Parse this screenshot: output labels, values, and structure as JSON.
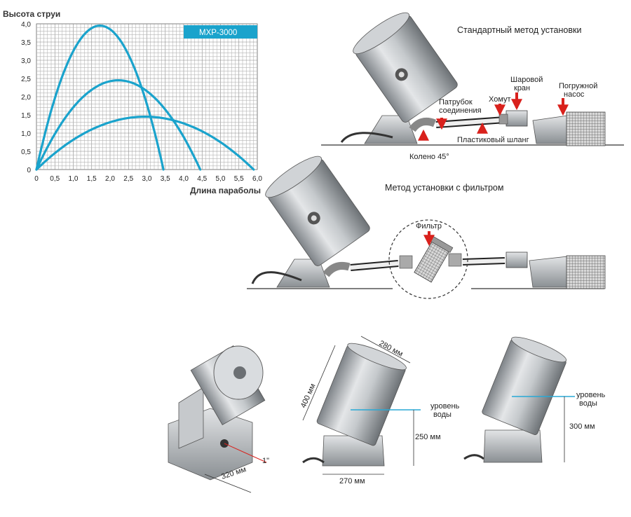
{
  "chart_data": {
    "type": "line",
    "ylabel": "Высота струи",
    "xlabel": "Длина параболы",
    "badge": "MXP-3000",
    "xlim": [
      0,
      6.0
    ],
    "ylim": [
      0,
      4.0
    ],
    "x_ticks": [
      "0",
      "0,5",
      "1,0",
      "1,5",
      "2,0",
      "2,5",
      "3,0",
      "3,5",
      "4,0",
      "4,5",
      "5,0",
      "5,5",
      "6,0"
    ],
    "y_ticks": [
      "0",
      "0,5",
      "1,0",
      "1,5",
      "2,0",
      "2,5",
      "3,0",
      "3,5",
      "4,0"
    ],
    "series_color": "#1aa3cc",
    "series": [
      {
        "range": 3.45,
        "peak": 3.95
      },
      {
        "range": 4.45,
        "peak": 2.45
      },
      {
        "range": 5.9,
        "peak": 1.45
      }
    ]
  },
  "standard": {
    "title": "Стандартный метод установки",
    "labels": {
      "nozzle": "Патрубок\nсоединения",
      "clamp": "Хомут",
      "valve": "Шаровой\nкран",
      "pump": "Погружной\nнасос",
      "hose": "Пластиковый шланг",
      "elbow": "Колено 45°"
    }
  },
  "filter": {
    "title": "Метод установки с фильтром",
    "label": "Фильтр"
  },
  "dims": {
    "width_320": "320 мм",
    "inch": "1\"",
    "d400": "400 мм",
    "d280": "280 мм",
    "water_level": "уровень\nводы",
    "h250": "250 мм",
    "w270": "270 мм",
    "h300": "300 мм"
  },
  "colors": {
    "arrow": "#d9211c",
    "water": "#28a9d6",
    "metal": "#b9bdc1"
  }
}
